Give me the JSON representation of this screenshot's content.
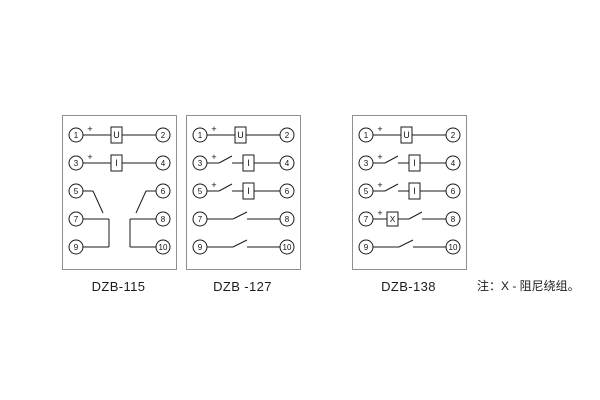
{
  "page": {
    "background": "#ffffff",
    "line_color": "#1a1a1a",
    "box_border_color": "#8f8f8f"
  },
  "note": "注：X - 阻尼绕组。",
  "symbols": {
    "plus": "+",
    "voltage_coil": "U",
    "current_coil": "I",
    "damping_winding": "X"
  },
  "diagrams": [
    {
      "label": "DZB-115",
      "terminals": [
        "1",
        "2",
        "3",
        "4",
        "5",
        "6",
        "7",
        "8",
        "9",
        "10"
      ]
    },
    {
      "label": "DZB -127",
      "terminals": [
        "1",
        "2",
        "3",
        "4",
        "5",
        "6",
        "7",
        "8",
        "9",
        "10"
      ]
    },
    {
      "label": "DZB-138",
      "terminals": [
        "1",
        "2",
        "3",
        "4",
        "5",
        "6",
        "7",
        "8",
        "9",
        "10"
      ]
    }
  ]
}
